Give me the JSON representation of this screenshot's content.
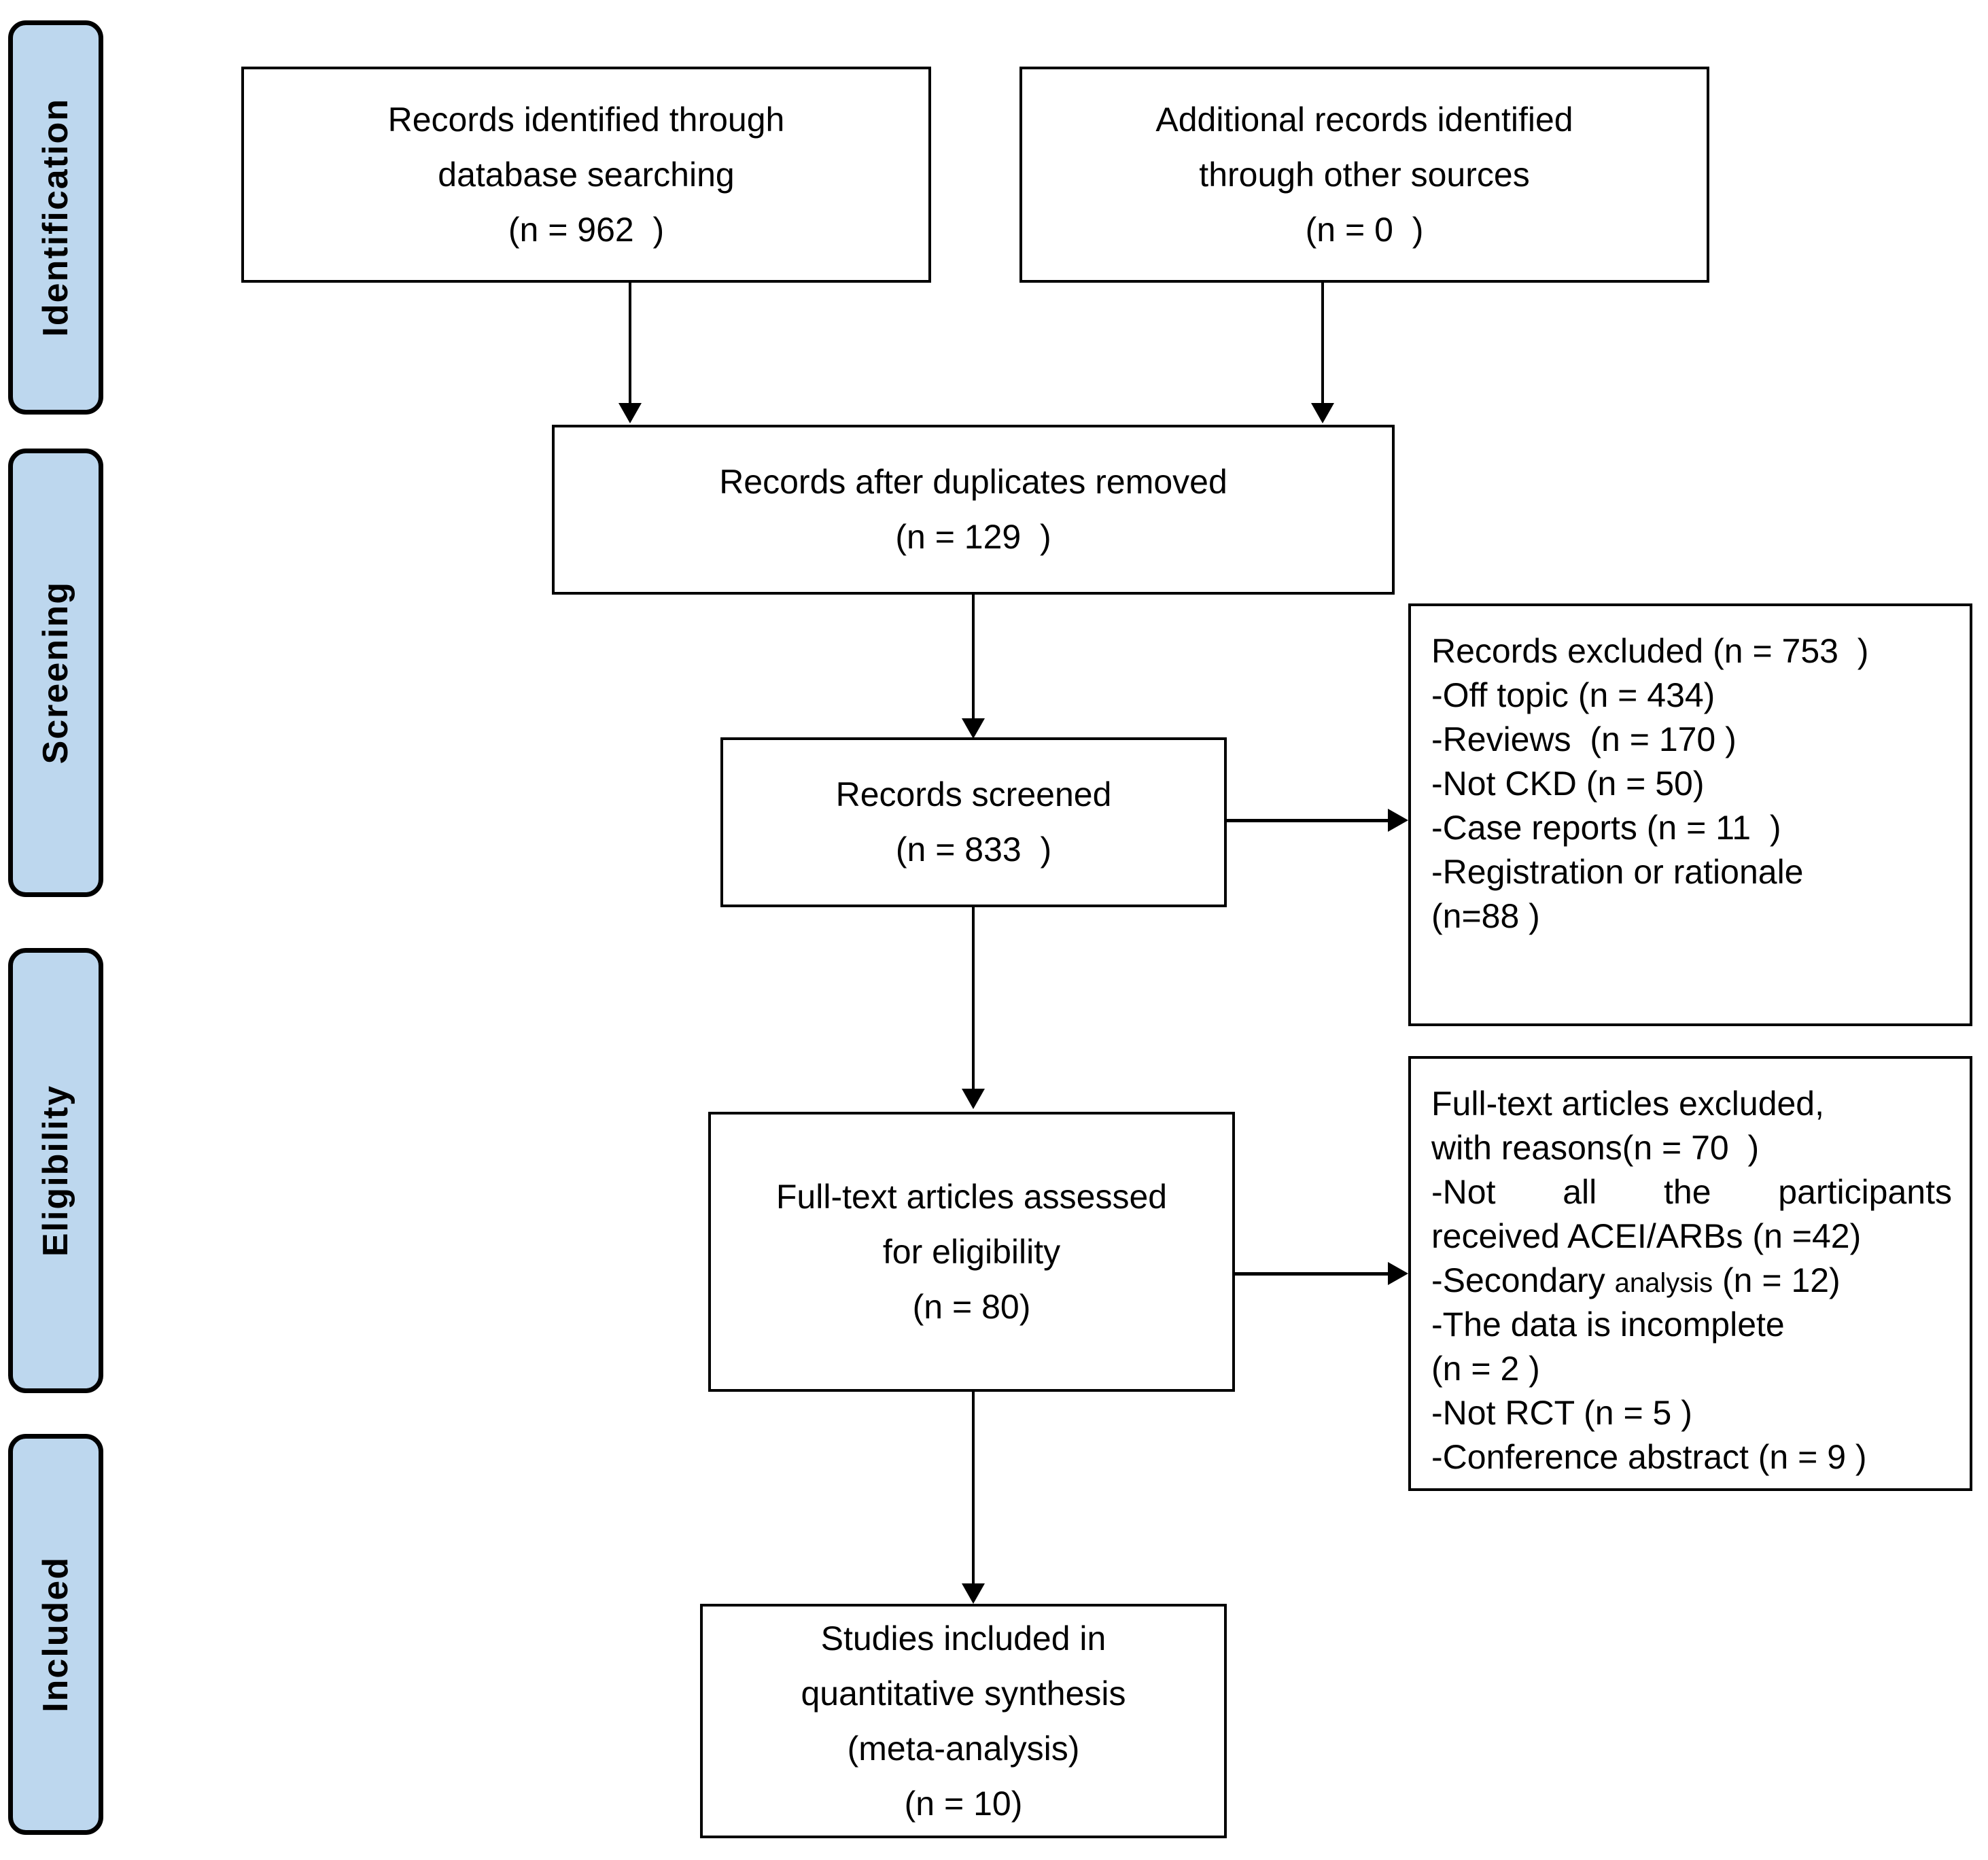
{
  "diagram": {
    "title": "PRISMA flow diagram",
    "accent_color": "#bdd7ee",
    "line_color": "#000000"
  },
  "stages": [
    {
      "id": "identification",
      "label": "Identification"
    },
    {
      "id": "screening",
      "label": "Screening"
    },
    {
      "id": "eligibility",
      "label": "Eligibility"
    },
    {
      "id": "included",
      "label": "Included"
    }
  ],
  "boxes": {
    "db_search": {
      "line1": "Records identified through",
      "line2": "database searching",
      "line3": "(n = 962  )"
    },
    "other_sources": {
      "line1": "Additional records identified",
      "line2": "through other sources",
      "line3": "(n = 0  )"
    },
    "after_duplicates": {
      "line1": "Records after duplicates removed",
      "line2": "(n = 129  )"
    },
    "screened": {
      "line1": "Records screened",
      "line2": "(n = 833  )"
    },
    "records_excluded": {
      "line1": "Records excluded (n = 753  )",
      "line2": "-Off topic (n = 434)",
      "line3": "-Reviews  (n = 170 )",
      "line4": "-Not CKD (n = 50)",
      "line5": "-Case reports (n = 11  )",
      "line6": "-Registration or rationale",
      "line7": "(n=88 )"
    },
    "fulltext_assessed": {
      "line1": "Full-text articles assessed",
      "line2": "for eligibility",
      "line3": "(n = 80)"
    },
    "fulltext_excluded": {
      "line1": "Full-text articles excluded,",
      "line2": "with reasons(n = 70  )",
      "line3": "-Not all the participants",
      "line4": "received ACEI/ARBs (n =42)",
      "line5a": "-Secondary ",
      "line5b": "analysis",
      "line5c": " (n = 12)",
      "line6": "-The data is incomplete",
      "line7": "(n = 2 )",
      "line8": "-Not RCT (n = 5 )",
      "line9": "-Conference abstract (n = 9 )"
    },
    "included_studies": {
      "line1": "Studies included in",
      "line2": "quantitative synthesis",
      "line3": "(meta-analysis)",
      "line4": "(n = 10)"
    }
  },
  "chart_data": {
    "type": "flowchart",
    "title": "PRISMA flow diagram",
    "nodes": [
      {
        "id": "db_search",
        "stage": "Identification",
        "label": "Records identified through database searching",
        "n": 962
      },
      {
        "id": "other_sources",
        "stage": "Identification",
        "label": "Additional records identified through other sources",
        "n": 0
      },
      {
        "id": "after_duplicates",
        "stage": "Screening",
        "label": "Records after duplicates removed",
        "n": 129
      },
      {
        "id": "screened",
        "stage": "Screening",
        "label": "Records screened",
        "n": 833
      },
      {
        "id": "records_excluded",
        "stage": "Screening",
        "label": "Records excluded",
        "n": 753,
        "reasons": [
          {
            "label": "Off topic",
            "n": 434
          },
          {
            "label": "Reviews",
            "n": 170
          },
          {
            "label": "Not CKD",
            "n": 50
          },
          {
            "label": "Case reports",
            "n": 11
          },
          {
            "label": "Registration or rationale",
            "n": 88
          }
        ]
      },
      {
        "id": "fulltext_assessed",
        "stage": "Eligibility",
        "label": "Full-text articles assessed for eligibility",
        "n": 80
      },
      {
        "id": "fulltext_excluded",
        "stage": "Eligibility",
        "label": "Full-text articles excluded, with reasons",
        "n": 70,
        "reasons": [
          {
            "label": "Not all the participants received ACEI/ARBs",
            "n": 42
          },
          {
            "label": "Secondary analysis",
            "n": 12
          },
          {
            "label": "The data is incomplete",
            "n": 2
          },
          {
            "label": "Not RCT",
            "n": 5
          },
          {
            "label": "Conference abstract",
            "n": 9
          }
        ]
      },
      {
        "id": "included_studies",
        "stage": "Included",
        "label": "Studies included in quantitative synthesis (meta-analysis)",
        "n": 10
      }
    ],
    "edges": [
      {
        "from": "db_search",
        "to": "after_duplicates",
        "style": "arrow-down"
      },
      {
        "from": "other_sources",
        "to": "after_duplicates",
        "style": "arrow-down"
      },
      {
        "from": "after_duplicates",
        "to": "screened",
        "style": "arrow-down"
      },
      {
        "from": "screened",
        "to": "records_excluded",
        "style": "arrow-right"
      },
      {
        "from": "screened",
        "to": "fulltext_assessed",
        "style": "arrow-down"
      },
      {
        "from": "fulltext_assessed",
        "to": "fulltext_excluded",
        "style": "arrow-right"
      },
      {
        "from": "fulltext_assessed",
        "to": "included_studies",
        "style": "arrow-down"
      }
    ]
  }
}
